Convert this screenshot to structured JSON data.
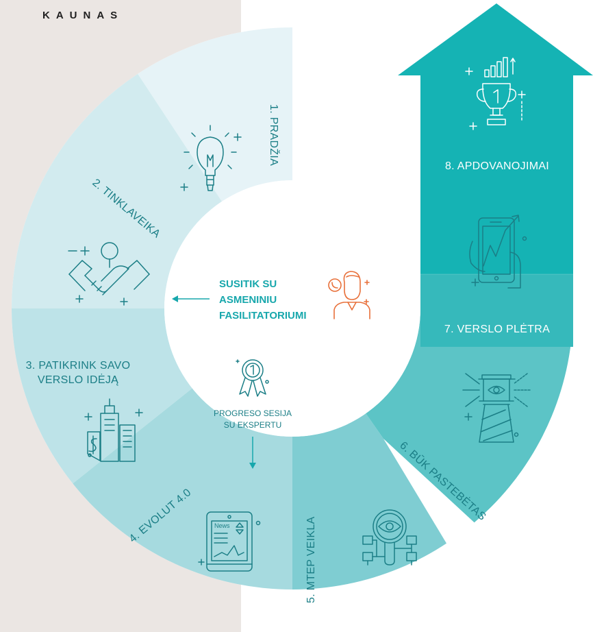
{
  "brand": "KAUNAS",
  "center": {
    "meet_lines": [
      "SUSITIK SU",
      "ASMENINIU",
      "FASILITATORIUMI"
    ],
    "progress_lines": [
      "PROGRESO SESIJA",
      "SU EKSPERTU"
    ]
  },
  "steps": [
    {
      "label": "1. PRADŽIA",
      "icon": "lightbulb-icon",
      "color": "#e6f3f7"
    },
    {
      "label": "2. TINKLAVEIKA",
      "icon": "handshake-icon",
      "color": "#d2ebef"
    },
    {
      "label_lines": [
        "3. PATIKRINK SAVO",
        "VERSLO IDĖJĄ"
      ],
      "icon": "city-buildings-icon",
      "color": "#bde3e8"
    },
    {
      "label": "4. EVOLUT 4.0",
      "icon": "news-tablet-icon",
      "color": "#a6dadf"
    },
    {
      "label": "5. MTEP VEIKLA",
      "icon": "eye-network-icon",
      "color": "#7fcdd2"
    },
    {
      "label": "6. BŪK PASTEBĖTAS",
      "icon": "lighthouse-icon",
      "color": "#5cc4c6"
    },
    {
      "label": "7. VERSLO PLĖTRA",
      "icon": "phone-growth-icon",
      "color": "#36b9bb"
    },
    {
      "label": "8. APDOVANOJIMAI",
      "icon": "trophy-icon",
      "color": "#15b3b4"
    }
  ],
  "colors": {
    "text_dark": "#1b7e86",
    "accent_orange": "#e8703a",
    "background_band": "#ebe6e3",
    "icon_stroke": "#1b7e86"
  }
}
